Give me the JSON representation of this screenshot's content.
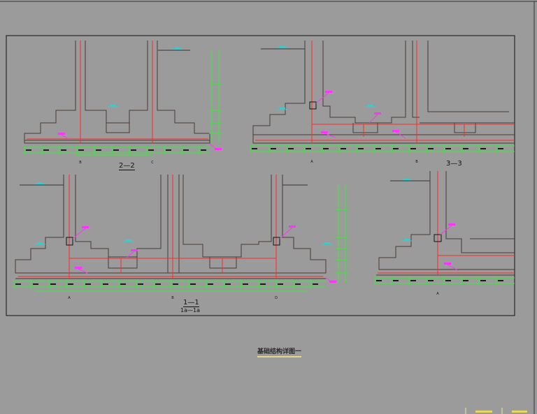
{
  "sections": {
    "s22": {
      "label": "2—2"
    },
    "s33": {
      "label": "3—3"
    },
    "s11": {
      "label": "1—1",
      "sublabel": "1a—1a"
    }
  },
  "sheet_title": "基础结构详图一",
  "axis_labels": {
    "s22": [
      "B",
      "C"
    ],
    "s33": [
      "A",
      "B"
    ],
    "s11": [
      "A",
      "B",
      "D"
    ],
    "s4": [
      "A"
    ]
  },
  "colors": {
    "background": "#9b9b9b",
    "wall": "#4a3a32",
    "rebar": "#ff2a2a",
    "dimension": "#33ee33",
    "elevation": "#2fd0d0",
    "tag": "#ff33ff",
    "frame": "#111111"
  }
}
